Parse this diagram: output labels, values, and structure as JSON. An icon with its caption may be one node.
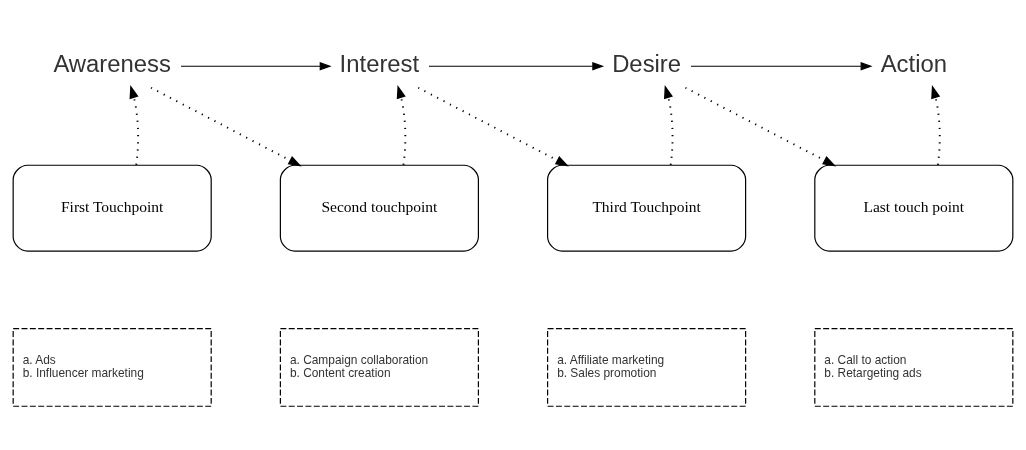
{
  "diagram": {
    "nodes": [
      {
        "text": [
          "Awareness"
        ]
      },
      {
        "text": [
          "Interest"
        ]
      },
      {
        "text": [
          "Desire"
        ]
      },
      {
        "text": [
          "Action"
        ]
      },
      {
        "text": [
          "First Touchpoint"
        ]
      },
      {
        "text": [
          "Second touchpoint"
        ]
      },
      {
        "text": [
          "Third Touchpoint"
        ]
      },
      {
        "text": [
          "Last touch point"
        ]
      },
      {
        "text": [
          "a. Ads",
          "b. Influencer marketing"
        ]
      },
      {
        "text": [
          "a. Campaign collaboration",
          "b. Content creation"
        ]
      },
      {
        "text": [
          "a. Affiliate marketing",
          "b. Sales promotion"
        ]
      },
      {
        "text": [
          "a. Call to action",
          "b. Retargeting ads"
        ]
      }
    ],
    "edges": [
      {
        "from": 0,
        "to": 1,
        "arrow": "to"
      },
      {
        "from": 1,
        "to": 2,
        "arrow": "to"
      },
      {
        "from": 2,
        "to": 3,
        "arrow": "to"
      },
      {
        "from": 4,
        "to": 0,
        "arrow": "to",
        "style": "dashed"
      },
      {
        "from": 0,
        "to": 5,
        "arrow": "to",
        "style": "dashed"
      },
      {
        "from": 5,
        "to": 1,
        "arrow": "to",
        "style": "dashed"
      },
      {
        "from": 1,
        "to": 6,
        "arrow": "to",
        "style": "dashed"
      },
      {
        "from": 6,
        "to": 2,
        "arrow": "to",
        "style": "dashed"
      },
      {
        "from": 2,
        "to": 7,
        "arrow": "to",
        "style": "dashed"
      },
      {
        "from": 7,
        "to": 3,
        "arrow": "to",
        "style": "dashed"
      }
    ]
  }
}
